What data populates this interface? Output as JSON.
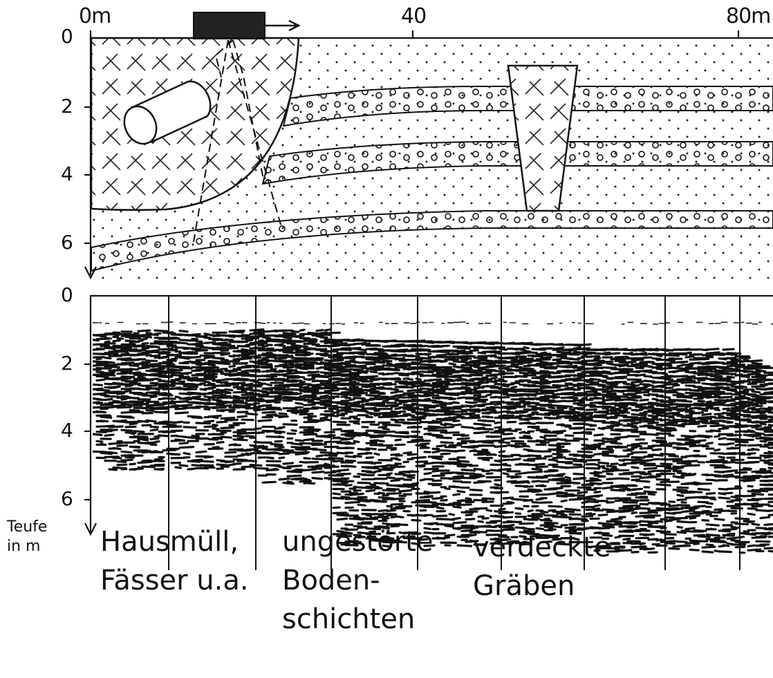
{
  "distance_axis": {
    "ticks": [
      "0m",
      "40",
      "80m"
    ]
  },
  "depth_axis": {
    "upper_ticks": [
      "0",
      "2",
      "4",
      "6"
    ],
    "lower_ticks": [
      "0",
      "2",
      "4",
      "6"
    ],
    "unit_label": [
      "Teufe",
      "in m"
    ]
  },
  "captions": {
    "landfill": [
      "Hausmüll,",
      "Fässer u.a."
    ],
    "undisturbed": [
      "ungestörte",
      "Boden-",
      "schichten"
    ],
    "trenches": [
      "verdeckte",
      "Gräben"
    ]
  }
}
